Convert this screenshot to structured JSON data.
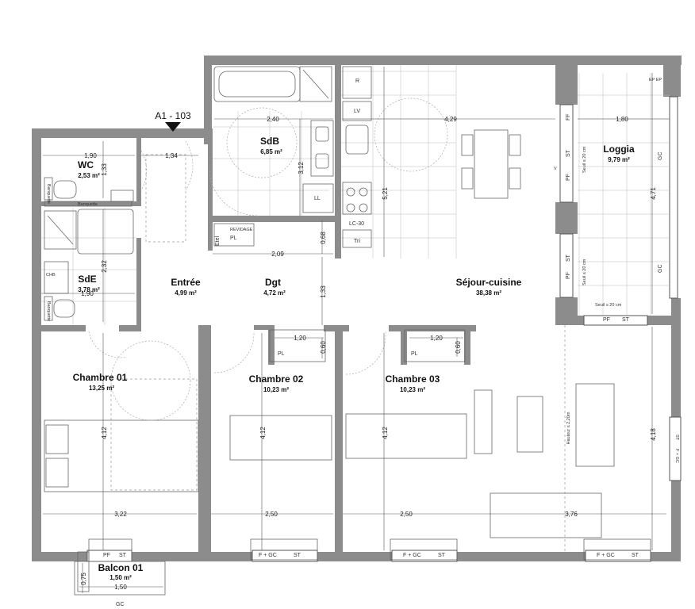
{
  "plan": {
    "reference": "A1 - 103",
    "rooms": [
      {
        "name": "WC",
        "area": "2,53 m²"
      },
      {
        "name": "SdB",
        "area": "6,85 m²"
      },
      {
        "name": "Loggia",
        "area": "9,79 m²"
      },
      {
        "name": "SdE",
        "area": "3,78 m²"
      },
      {
        "name": "Entrée",
        "area": "4,99 m²"
      },
      {
        "name": "Dgt",
        "area": "4,72 m²"
      },
      {
        "name": "Séjour-cuisine",
        "area": "38,38 m²"
      },
      {
        "name": "Chambre 01",
        "area": "13,25 m²"
      },
      {
        "name": "Chambre 02",
        "area": "10,23 m²"
      },
      {
        "name": "Chambre 03",
        "area": "10,23 m²"
      },
      {
        "name": "Balcon 01",
        "area": "1,50 m²"
      }
    ],
    "dimensions": [
      "1,90",
      "1,34",
      "1,33",
      "2,40",
      "3,12",
      "4,29",
      "5,21",
      "1,80",
      "4,71",
      "2,32",
      "1,90",
      "0,68",
      "2,09",
      "1,33",
      "1,20",
      "0,60",
      "1,20",
      "0,60",
      "4,12",
      "4,12",
      "4,12",
      "4,18",
      "3,22",
      "2,50",
      "2,50",
      "3,76",
      "0,75",
      "1,50"
    ],
    "annotations": {
      "banquette": "Banquette",
      "etel": "Etel",
      "pl": "PL",
      "ll": "LL",
      "lc30": "LC-30",
      "lv": "LV",
      "r": "R",
      "tri": "Tri",
      "ff": "FF",
      "pf": "PF",
      "st": "ST",
      "gc": "GC",
      "fgc": "F + GC",
      "seuil": "Seuil ≤ 20 cm",
      "hauteur": "Hauteur ≤ 2,20m",
      "ep": "EP EP",
      "v": "V",
      "chb": "CHB",
      "ff2": "F + GC",
      "rev": "REVIDAGE"
    }
  }
}
